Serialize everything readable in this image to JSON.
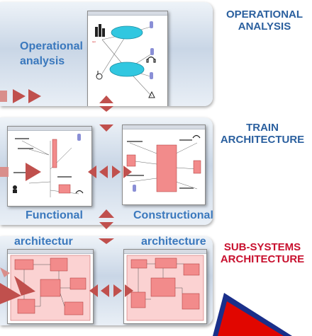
{
  "levels": {
    "operational": "OPERATIONAL\nANALYSIS",
    "train": "TRAIN\nARCHITECTURE",
    "subsystems": "SUB-SYSTEMS\nARCHITECTURE"
  },
  "panels": {
    "operational": {
      "caption": "Operational\nanalysis"
    },
    "train": {
      "caption_left": "Functional",
      "caption_right": "Constructional"
    },
    "subsystems": {
      "caption_left": "architectur",
      "caption_right": "architecture"
    }
  },
  "colors": {
    "heading_blue": "#2a5f9e",
    "heading_red": "#c8102e",
    "caption_blue": "#3a78bd",
    "arrow_red": "#c0504d",
    "block_pink": "#f28b8b"
  }
}
